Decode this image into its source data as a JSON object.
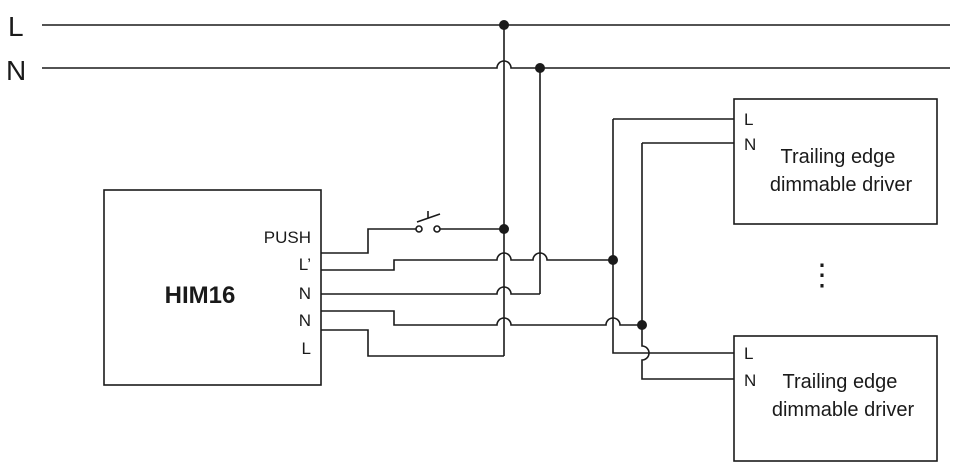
{
  "rails": {
    "line": "L",
    "neutral": "N"
  },
  "module": {
    "name": "HIM16",
    "terminals": [
      "PUSH",
      "L’",
      "N",
      "N",
      "L"
    ]
  },
  "drivers": [
    {
      "terminals": [
        "L",
        "N"
      ],
      "line1": "Trailing edge",
      "line2": "dimmable driver"
    },
    {
      "terminals": [
        "L",
        "N"
      ],
      "line1": "Trailing edge",
      "line2": "dimmable driver"
    }
  ],
  "ellipsis": "⋮"
}
